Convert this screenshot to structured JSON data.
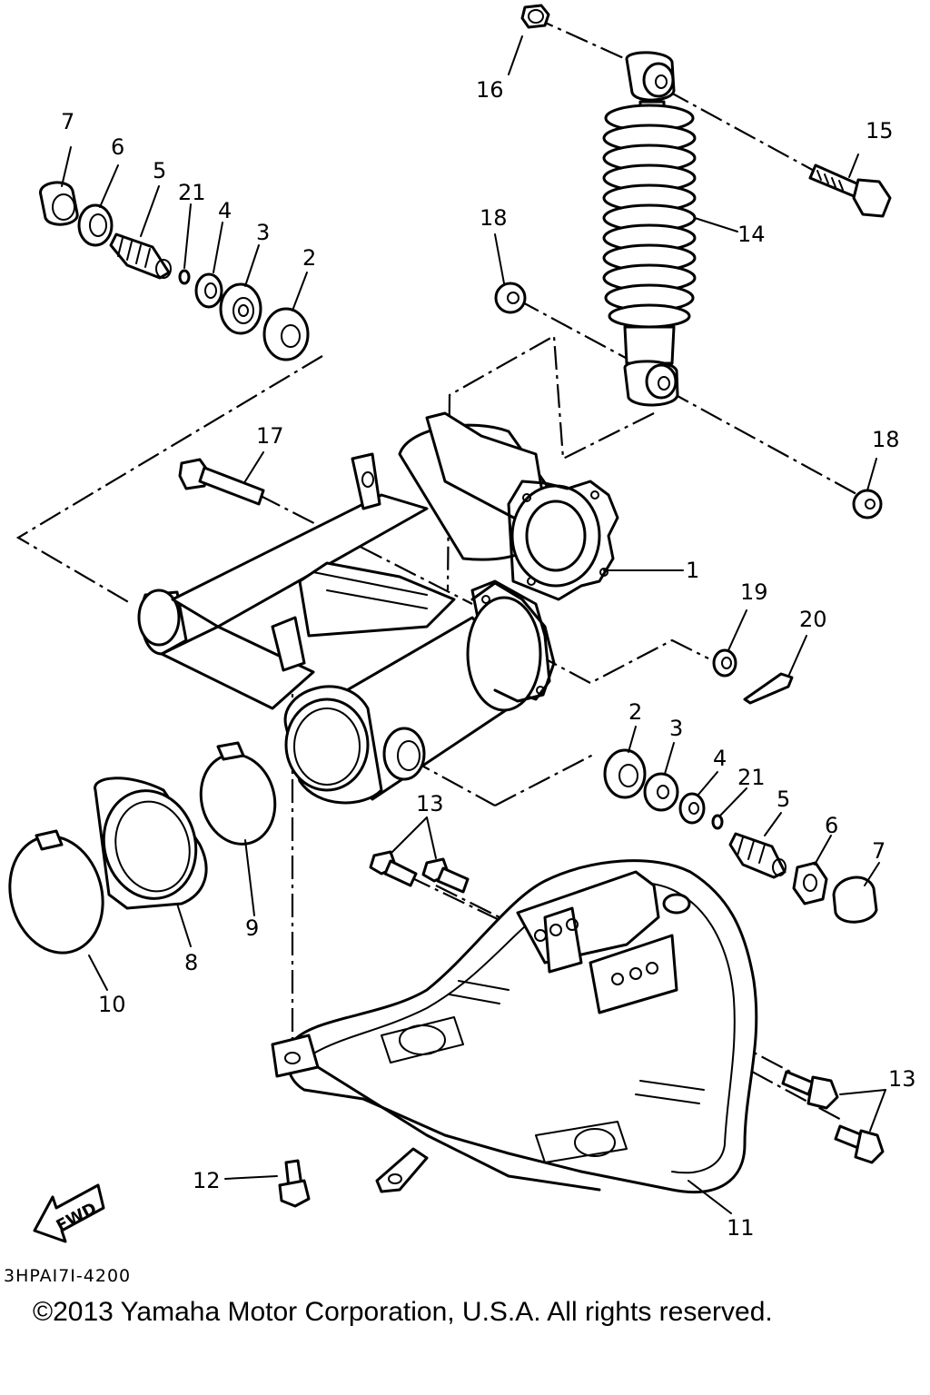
{
  "diagram": {
    "callouts": {
      "c1": "1",
      "c2a": "2",
      "c2b": "2",
      "c3a": "3",
      "c3b": "3",
      "c4a": "4",
      "c4b": "4",
      "c5a": "5",
      "c5b": "5",
      "c6a": "6",
      "c6b": "6",
      "c7a": "7",
      "c7b": "7",
      "c8": "8",
      "c9": "9",
      "c10": "10",
      "c11": "11",
      "c12": "12",
      "c13a": "13",
      "c13b": "13",
      "c14": "14",
      "c15": "15",
      "c16": "16",
      "c17": "17",
      "c18a": "18",
      "c18b": "18",
      "c19": "19",
      "c20": "20",
      "c21a": "21",
      "c21b": "21"
    },
    "fwd_label": "FWD",
    "code": "3HPAI7I-4200"
  },
  "footer": {
    "copyright": "©2013 Yamaha Motor Corporation, U.S.A. All rights reserved."
  }
}
